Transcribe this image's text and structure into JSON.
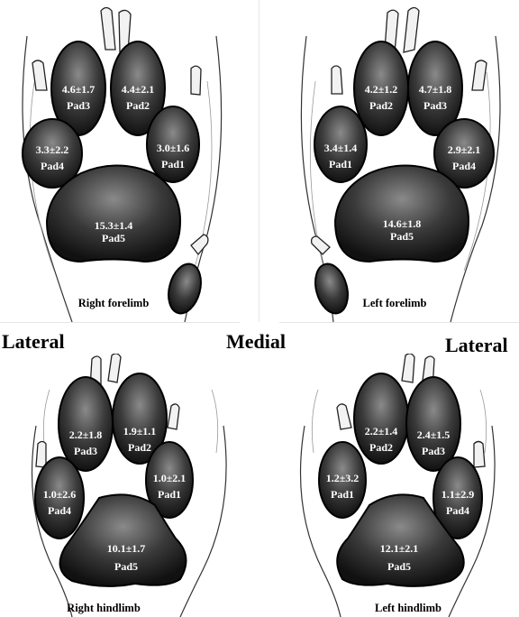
{
  "orientation": {
    "left": "Lateral",
    "center": "Medial",
    "right": "Lateral"
  },
  "panels": [
    {
      "caption": "Right forelimb",
      "pads": [
        {
          "value": "4.6±1.7",
          "name": "Pad3"
        },
        {
          "value": "4.4±2.1",
          "name": "Pad2"
        },
        {
          "value": "3.3±2.2",
          "name": "Pad4"
        },
        {
          "value": "3.0±1.6",
          "name": "Pad1"
        },
        {
          "value": "15.3±1.4",
          "name": "Pad5"
        }
      ]
    },
    {
      "caption": "Left forelimb",
      "pads": [
        {
          "value": "4.2±1.2",
          "name": "Pad2"
        },
        {
          "value": "4.7±1.8",
          "name": "Pad3"
        },
        {
          "value": "3.4±1.4",
          "name": "Pad1"
        },
        {
          "value": "2.9±2.1",
          "name": "Pad4"
        },
        {
          "value": "14.6±1.8",
          "name": "Pad5"
        }
      ]
    },
    {
      "caption": "Right hindlimb",
      "pads": [
        {
          "value": "2.2±1.8",
          "name": "Pad3"
        },
        {
          "value": "1.9±1.1",
          "name": "Pad2"
        },
        {
          "value": "1.0±2.6",
          "name": "Pad4"
        },
        {
          "value": "1.0±2.1",
          "name": "Pad1"
        },
        {
          "value": "10.1±1.7",
          "name": "Pad5"
        }
      ]
    },
    {
      "caption": "Left hindlimb",
      "pads": [
        {
          "value": "2.2±1.4",
          "name": "Pad2"
        },
        {
          "value": "2.4±1.5",
          "name": "Pad3"
        },
        {
          "value": "1.2±3.2",
          "name": "Pad1"
        },
        {
          "value": "1.1±2.9",
          "name": "Pad4"
        },
        {
          "value": "12.1±2.1",
          "name": "Pad5"
        }
      ]
    }
  ]
}
